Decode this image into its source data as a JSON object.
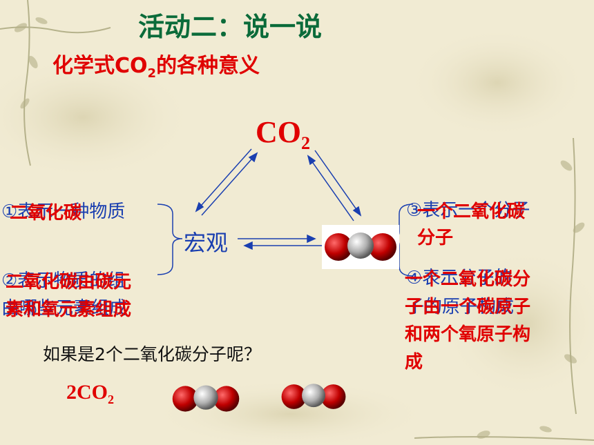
{
  "title": "活动二：说一说",
  "subtitle": {
    "prefix": "化学式CO",
    "sub": "2",
    "suffix": "的各种意义"
  },
  "center": {
    "formula": "CO",
    "sub": "2"
  },
  "macro_label": "宏观",
  "left": {
    "item1_blue": "①表示一种物质",
    "item1_red": "二氧化碳",
    "item2_blue_line1": "②表示物质的组",
    "item2_blue_line2": "由哪些元素组成",
    "item2_red_line1": "二氧化碳由碳元",
    "item2_red_line2": "素和氧元素组成"
  },
  "right": {
    "item3_blue": "③表示一个分子",
    "item3_red_line1": "一个二氧化碳",
    "item3_red_line2": "分子",
    "item4_blue_line1": "④表示分子的",
    "item4_blue_line2": "子的原子构成",
    "item4_red_line1": "一个二氧化碳分",
    "item4_red_line2": "子由一个碳原子",
    "item4_red_line3": "和两个氧原子构",
    "item4_red_line4": "成"
  },
  "question": "如果是2个二氧化碳分子呢？",
  "two_co2": {
    "formula": "2CO",
    "sub": "2"
  },
  "colors": {
    "title": "#0b6b3a",
    "accent": "#e00000",
    "blue": "#1a3fb0",
    "background": "#f1ebd3"
  }
}
